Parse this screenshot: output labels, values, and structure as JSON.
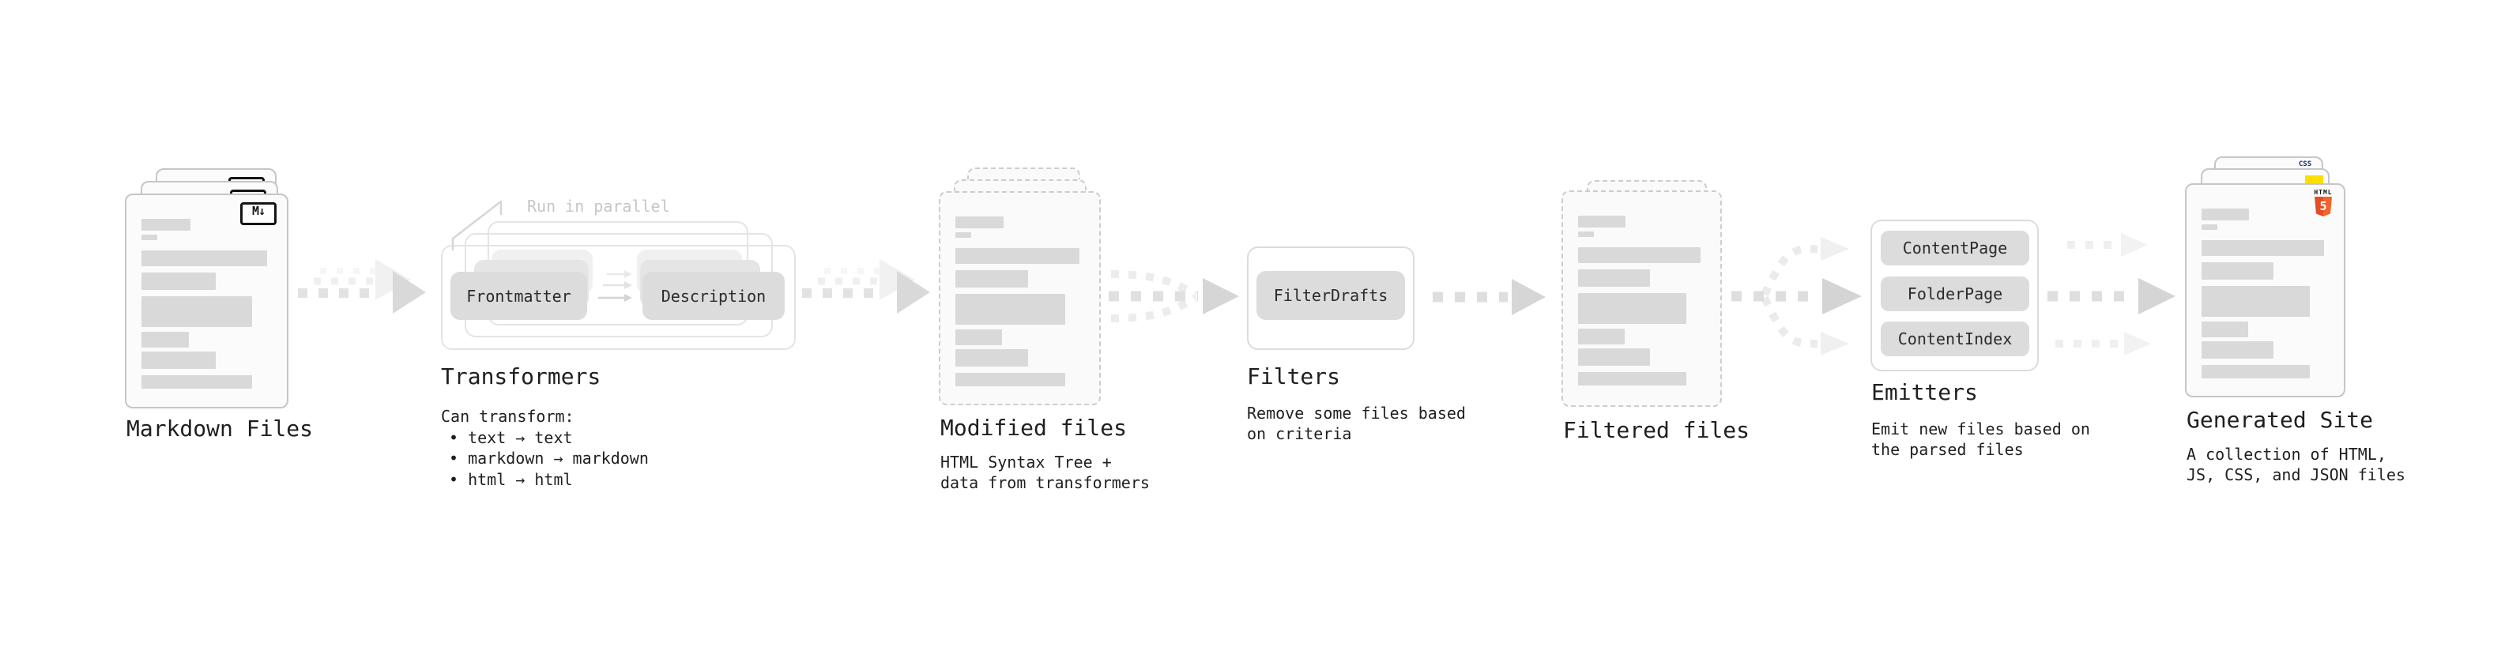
{
  "stages": {
    "markdown_files": {
      "label": "Markdown Files",
      "badge": "M↓"
    },
    "transformers": {
      "label": "Transformers",
      "annotation": "Run in parallel",
      "boxes": {
        "frontmatter": "Frontmatter",
        "description": "Description"
      },
      "desc_title": "Can transform:",
      "bullets": [
        "• text → text",
        "• markdown → markdown",
        "• html → html"
      ]
    },
    "modified_files": {
      "label": "Modified files",
      "description": "HTML Syntax Tree +\ndata from transformers"
    },
    "filters": {
      "label": "Filters",
      "box": "FilterDrafts",
      "description": "Remove some files based\non criteria"
    },
    "filtered_files": {
      "label": "Filtered files"
    },
    "emitters": {
      "label": "Emitters",
      "boxes": [
        "ContentPage",
        "FolderPage",
        "ContentIndex"
      ],
      "description": "Emit new files based on\nthe parsed files"
    },
    "generated_site": {
      "label": "Generated Site",
      "description": "A collection of HTML,\nJS, CSS, and JSON files",
      "badges": {
        "css": "CSS",
        "html": "HTML",
        "html5_number": "5"
      }
    }
  },
  "colors": {
    "js_yellow": "#ffdf00",
    "css_blue": "#2c5df2",
    "html5_orange": "#e44d26",
    "html5_orange_light": "#f16529",
    "bar_gray": "#d9d9d9",
    "box_gray": "#dcdcdc"
  }
}
